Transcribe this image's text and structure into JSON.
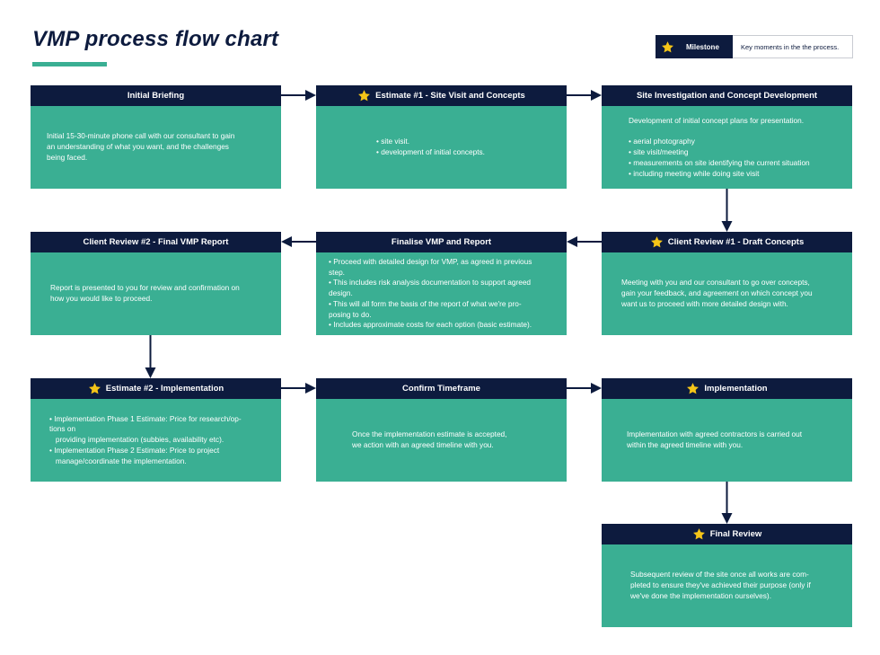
{
  "title": "VMP process flow chart",
  "legend": {
    "badge_label": "Milestone",
    "description": "Key moments in the the process."
  },
  "colors": {
    "navy": "#0d1b3e",
    "teal": "#3aaf93",
    "star": "#f5c518"
  },
  "steps": [
    {
      "title": "Initial Briefing",
      "milestone": false,
      "lines": [
        "Initial 15-30-minute phone call with our consultant to gain",
        "an understanding of what you want, and the challenges",
        "being faced."
      ]
    },
    {
      "title": "Estimate #1 - Site Visit and Concepts",
      "milestone": true,
      "lines": [
        "• site visit.",
        "• development of initial concepts."
      ]
    },
    {
      "title": "Site Investigation and Concept Development",
      "milestone": false,
      "lines": [
        "Development of initial concept plans for presentation.",
        "",
        "• aerial photography",
        "• site visit/meeting",
        "• measurements on site identifying the current situation",
        "• including meeting while doing site visit"
      ]
    },
    {
      "title": "Client Review #1 - Draft Concepts",
      "milestone": true,
      "lines": [
        "Meeting with you and our consultant to go over concepts,",
        "gain your feedback, and agreement on which concept you",
        "want us to proceed with more detailed design with."
      ]
    },
    {
      "title": "Finalise VMP and Report",
      "milestone": false,
      "lines": [
        "• Proceed with detailed design for VMP, as agreed in previous",
        "step.",
        "• This includes risk analysis documentation to support agreed",
        "design.",
        "• This will all form the basis of the report of what we're pro-",
        "posing to do.",
        "• Includes approximate costs for each option (basic estimate)."
      ]
    },
    {
      "title": "Client Review #2 - Final VMP Report",
      "milestone": false,
      "lines": [
        "Report is presented to you for review and confirmation on",
        "how you would like to proceed."
      ]
    },
    {
      "title": "Estimate #2 - Implementation",
      "milestone": true,
      "lines": [
        "• Implementation Phase 1 Estimate: Price for research/op-",
        "tions on",
        "   providing implementation (subbies, availability etc).",
        "• Implementation Phase 2 Estimate: Price to project",
        "   manage/coordinate the implementation."
      ]
    },
    {
      "title": "Confirm Timeframe",
      "milestone": false,
      "lines": [
        "Once the implementation estimate is accepted,",
        "we action with an agreed timeline with you."
      ]
    },
    {
      "title": "Implementation",
      "milestone": true,
      "lines": [
        "Implementation with agreed contractors is carried out",
        "within the agreed timeline with you."
      ]
    },
    {
      "title": "Final Review",
      "milestone": true,
      "lines": [
        "Subsequent review of the site once all works are com-",
        "pleted to ensure they've achieved their purpose (only if",
        "we've done the implementation ourselves)."
      ]
    }
  ]
}
